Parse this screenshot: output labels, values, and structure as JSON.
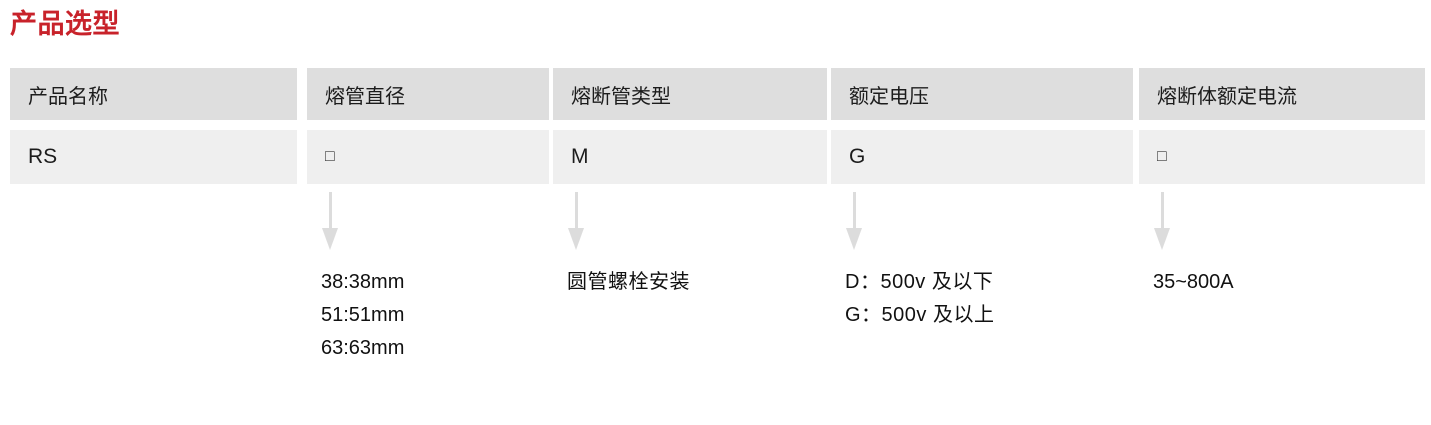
{
  "page": {
    "title": "产品选型",
    "title_color": "#c8222a",
    "header_bg": "#dedede",
    "value_bg": "#efefef",
    "arrow_color": "#dcdcdc"
  },
  "table": {
    "columns": [
      {
        "header": "产品名称",
        "value": "RS",
        "has_arrow": false,
        "notes": []
      },
      {
        "header": "熔管直径",
        "value": "□",
        "has_arrow": true,
        "notes": [
          "38:38mm",
          "51:51mm",
          "63:63mm"
        ]
      },
      {
        "header": "熔断管类型",
        "value": "M",
        "has_arrow": true,
        "notes": [
          "圆管螺栓安装"
        ]
      },
      {
        "header": "额定电压",
        "value": "G",
        "has_arrow": true,
        "notes": [
          "D：500v 及以下",
          "G：500v 及以上"
        ]
      },
      {
        "header": "熔断体额定电流",
        "value": "□",
        "has_arrow": true,
        "notes": [
          "35~800A"
        ]
      }
    ]
  }
}
